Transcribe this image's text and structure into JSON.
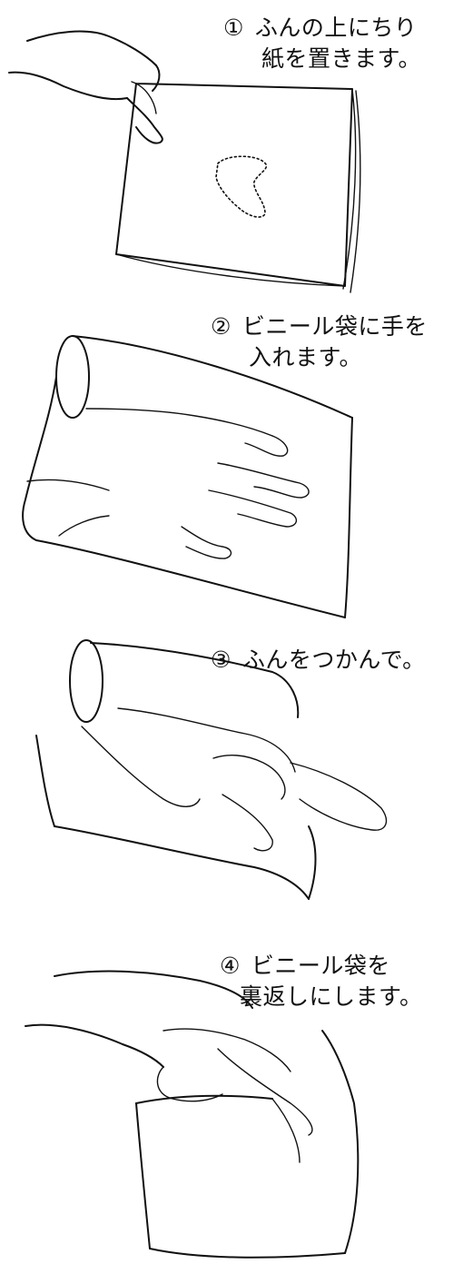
{
  "steps": [
    {
      "number": "①",
      "line1": "ふんの上にちり",
      "line2": "紙を置きます。"
    },
    {
      "number": "②",
      "line1": "ビニール袋に手を",
      "line2": "入れます。"
    },
    {
      "number": "③",
      "line1": "ふんをつかんで。",
      "line2": ""
    },
    {
      "number": "④",
      "line1": "ビニール袋を",
      "line2": "裏返しにします。"
    }
  ]
}
